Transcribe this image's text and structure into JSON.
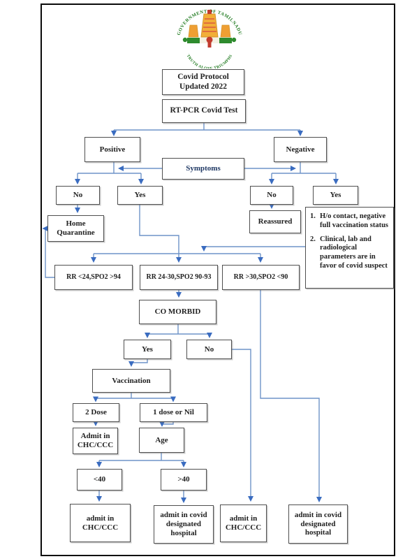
{
  "emblem": {
    "top_text": "GOVERNMENT OF TAMILNADU",
    "bottom_text": "TRUTH ALONE TRIUMPHS"
  },
  "colors": {
    "line": "#6e93c8",
    "arrow": "#3a6cc0",
    "box_border": "#4f4f4f",
    "seal_green": "#1f7a1f",
    "seal_gold": "#f2ae38",
    "seal_red": "#c23b2e"
  },
  "boxes": {
    "title1": "Covid Protocol\nUpdated 2022",
    "title2": "RT-PCR Covid Test",
    "positive": "Positive",
    "negative": "Negative",
    "symptoms": "Symptoms",
    "no_left": "No",
    "yes_left": "Yes",
    "no_right": "No",
    "yes_right": "Yes",
    "home_quarantine": "Home\nQuarantine",
    "reassured": "Reassured",
    "rr_mild": "RR <24,SPO2 >94",
    "rr_moderate": "RR 24-30,SPO2 90-93",
    "rr_severe": "RR >30,SPO2 <90",
    "comorbid": "CO MORBID",
    "comorbid_yes": "Yes",
    "comorbid_no": "No",
    "vaccination": "Vaccination",
    "dose2": "2 Dose",
    "dose1": "1 dose or Nil",
    "admit_chc": "Admit in\nCHC/CCC",
    "age": "Age",
    "age_lt40": "<40",
    "age_gt40": ">40",
    "outcome1": "admit in\nCHC/CCC",
    "outcome2": "admit in covid\ndesignated\nhospital",
    "outcome3": "admit in\nCHC/CCC",
    "outcome4": "admit in covid\ndesignated\nhospital"
  },
  "note": {
    "items": [
      {
        "num": "1.",
        "text": "H/o contact, negative full vaccination status"
      },
      {
        "num": "2.",
        "text": "Clinical, lab and radiological parameters are in favor of covid suspect"
      }
    ]
  }
}
